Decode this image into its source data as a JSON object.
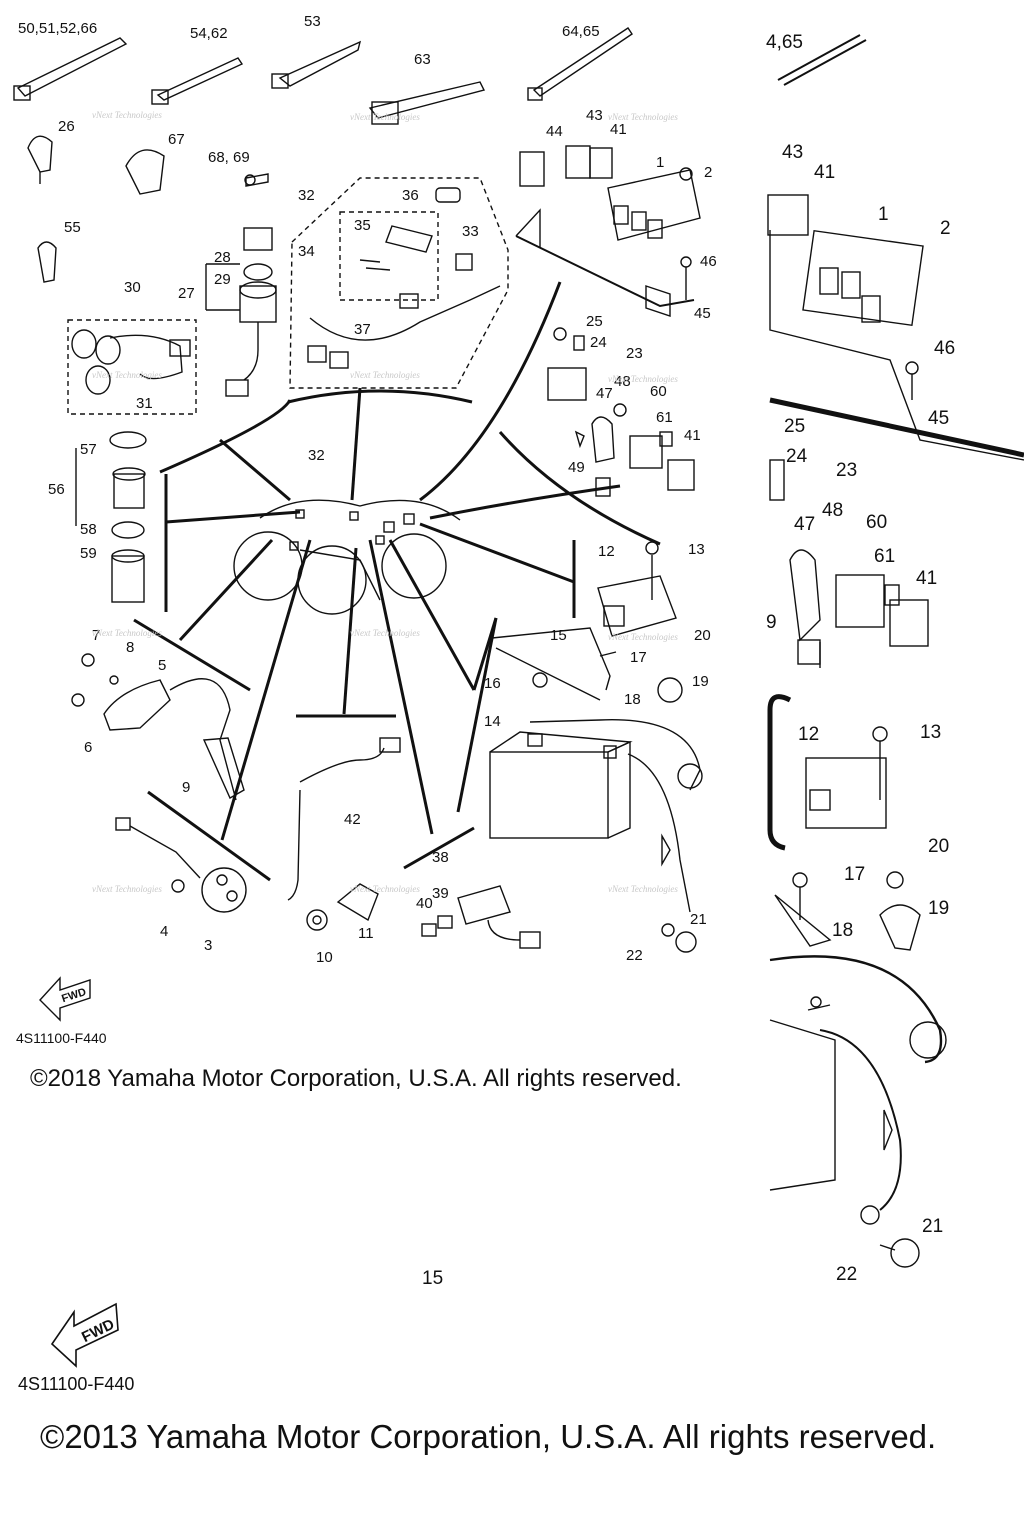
{
  "labels_left": {
    "l50": "50,51,52,66",
    "l54": "54,62",
    "l53": "53",
    "l63": "63",
    "l6465": "64,65",
    "l26": "26",
    "l67": "67",
    "l6869": "68, 69",
    "l55": "55",
    "l32a": "32",
    "l36": "36",
    "l35": "35",
    "l34": "34",
    "l33": "33",
    "l37": "37",
    "l28": "28",
    "l29": "29",
    "l27": "27",
    "l30": "30",
    "l31": "31",
    "l44": "44",
    "l43": "43",
    "l41a": "41",
    "l1": "1",
    "l2": "2",
    "l46": "46",
    "l45": "45",
    "l25": "25",
    "l24": "24",
    "l23": "23",
    "l48": "48",
    "l47": "47",
    "l60": "60",
    "l61": "61",
    "l41b": "41",
    "l49": "49",
    "l57": "57",
    "l56": "56",
    "l58": "58",
    "l59": "59",
    "l32b": "32",
    "l12": "12",
    "l13": "13",
    "l7": "7",
    "l8": "8",
    "l5": "5",
    "l6": "6",
    "l9": "9",
    "l15": "15",
    "l20": "20",
    "l17": "17",
    "l16": "16",
    "l19": "19",
    "l18": "18",
    "l14": "14",
    "l42": "42",
    "l4": "4",
    "l3": "3",
    "l38": "38",
    "l39": "39",
    "l40": "40",
    "l11": "11",
    "l10": "10",
    "l21": "21",
    "l22": "22"
  },
  "labels_right": {
    "r465": "4,65",
    "r43": "43",
    "r41a": "41",
    "r1": "1",
    "r2": "2",
    "r46": "46",
    "r45": "45",
    "r25": "25",
    "r24": "24",
    "r23": "23",
    "r48": "48",
    "r47": "47",
    "r60": "60",
    "r61": "61",
    "r41b": "41",
    "r9": "9",
    "r12": "12",
    "r13": "13",
    "r17": "17",
    "r20": "20",
    "r19": "19",
    "r18": "18",
    "r21": "21",
    "r22": "22",
    "r15": "15"
  },
  "watermark_text": "vNext Technologies",
  "fwd_label": "FWD",
  "diagram_code_small": "4S11100-F440",
  "diagram_code_large": "4S11100-F440",
  "copyright_2018": "©2018 Yamaha Motor Corporation, U.S.A. All rights reserved.",
  "copyright_2013": "©2013 Yamaha Motor Corporation, U.S.A. All rights reserved."
}
